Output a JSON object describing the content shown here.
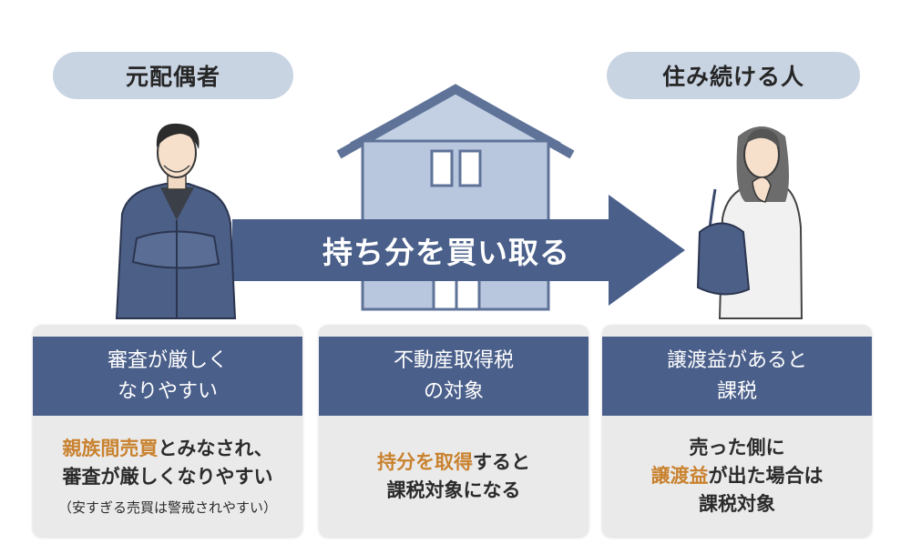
{
  "left_role": "元配偶者",
  "right_role": "住み続ける人",
  "arrow_text": "持ち分を買い取る",
  "cards": [
    {
      "head_line1": "審査が厳しく",
      "head_line2": "なりやすい",
      "body_line1_highlight": "親族間売買",
      "body_line1_rest": "とみなされ、",
      "body_line2": "審査が厳しくなりやすい",
      "note": "（安すぎる売買は警戒されやすい）"
    },
    {
      "head_line1": "不動産取得税",
      "head_line2": "の対象",
      "body_line1_highlight": "持分を取得",
      "body_line1_rest": "すると",
      "body_line2": "課税対象になる"
    },
    {
      "head_line1": "譲渡益があると",
      "head_line2": "課税",
      "body_line1": "売った側に",
      "body_line2_highlight": "譲渡益",
      "body_line2_rest": "が出た場合は",
      "body_line3": "課税対象"
    }
  ],
  "colors": {
    "pill": "#c9d4e3",
    "arrow": "#4a5f8a",
    "house": "#b8c7dd",
    "house_outline": "#5f7399",
    "card_header": "#4a5f8a",
    "card_body": "#eaeaea",
    "highlight": "#c9822f"
  }
}
